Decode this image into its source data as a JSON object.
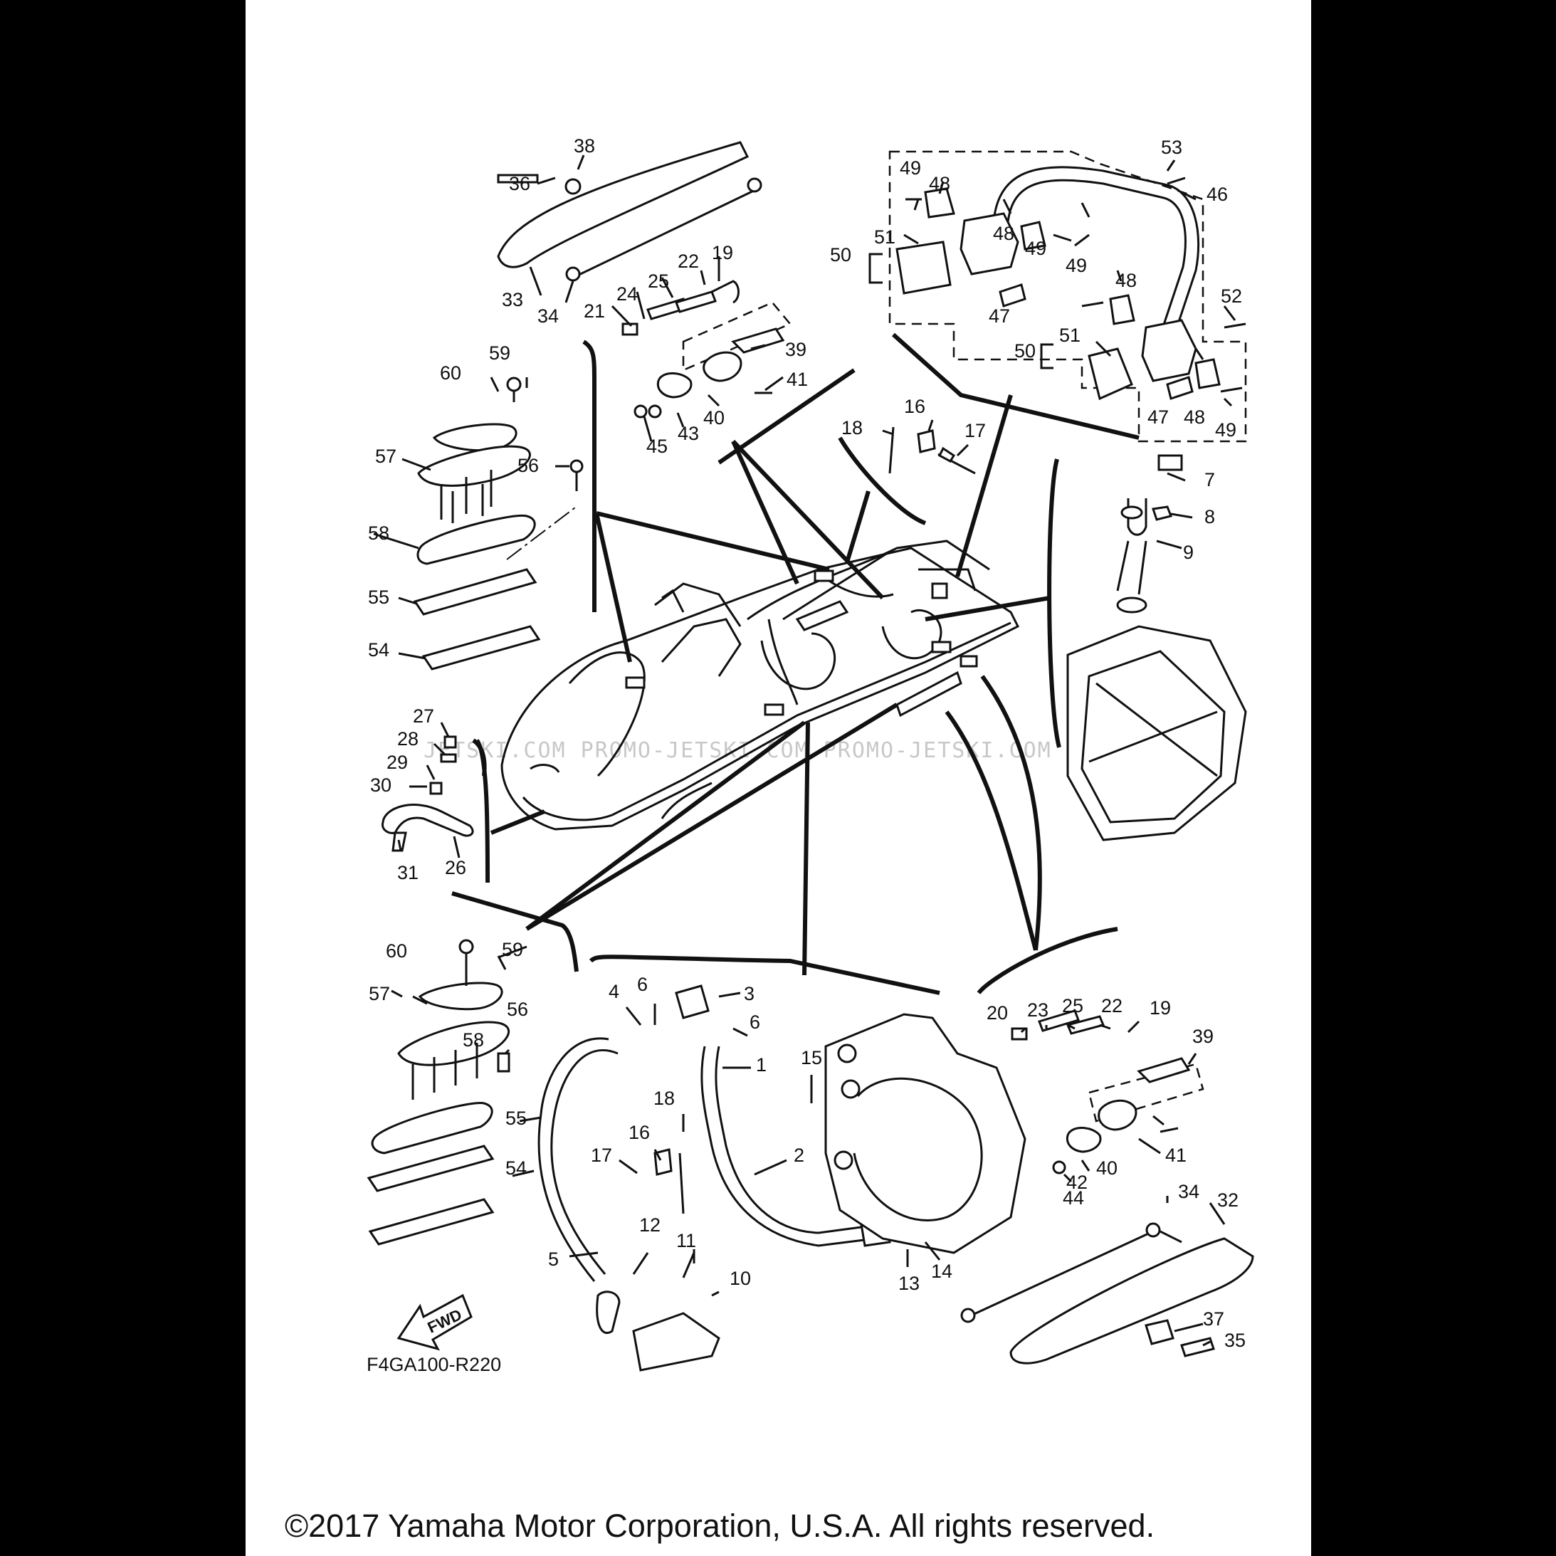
{
  "callouts": {
    "n1": "1",
    "n2": "2",
    "n3": "3",
    "n4": "4",
    "n5": "5",
    "n6a": "6",
    "n6b": "6",
    "n7": "7",
    "n8": "8",
    "n9": "9",
    "n10": "10",
    "n11": "11",
    "n12": "12",
    "n13": "13",
    "n14": "14",
    "n15": "15",
    "n16a": "16",
    "n16b": "16",
    "n17a": "17",
    "n17b": "17",
    "n18a": "18",
    "n18b": "18",
    "n19a": "19",
    "n19b": "19",
    "n20": "20",
    "n21": "21",
    "n22a": "22",
    "n22b": "22",
    "n23": "23",
    "n24": "24",
    "n25a": "25",
    "n25b": "25",
    "n26": "26",
    "n27": "27",
    "n28": "28",
    "n29": "29",
    "n30": "30",
    "n31": "31",
    "n32": "32",
    "n33": "33",
    "n34a": "34",
    "n34b": "34",
    "n35": "35",
    "n36": "36",
    "n37": "37",
    "n38": "38",
    "n39a": "39",
    "n39b": "39",
    "n40a": "40",
    "n40b": "40",
    "n41a": "41",
    "n41b": "41",
    "n42": "42",
    "n43": "43",
    "n44": "44",
    "n45": "45",
    "n46": "46",
    "n47a": "47",
    "n47b": "47",
    "n48a": "48",
    "n48b": "48",
    "n48c": "48",
    "n48d": "48",
    "n49a": "49",
    "n49b": "49",
    "n49c": "49",
    "n49d": "49",
    "n50a": "50",
    "n50b": "50",
    "n51a": "51",
    "n51b": "51",
    "n52": "52",
    "n53": "53",
    "n54a": "54",
    "n54b": "54",
    "n55a": "55",
    "n55b": "55",
    "n56a": "56",
    "n56b": "56",
    "n57a": "57",
    "n57b": "57",
    "n58a": "58",
    "n58b": "58",
    "n59a": "59",
    "n59b": "59",
    "n60a": "60",
    "n60b": "60"
  },
  "fwd_label": "FWD",
  "diagram_code": "F4GA100-R220",
  "watermark": "JETSKI.COM   PROMO-JETSKI.COM   PROMO-JETSKI.COM",
  "copyright": "©2017 Yamaha Motor Corporation, U.S.A. All rights reserved."
}
